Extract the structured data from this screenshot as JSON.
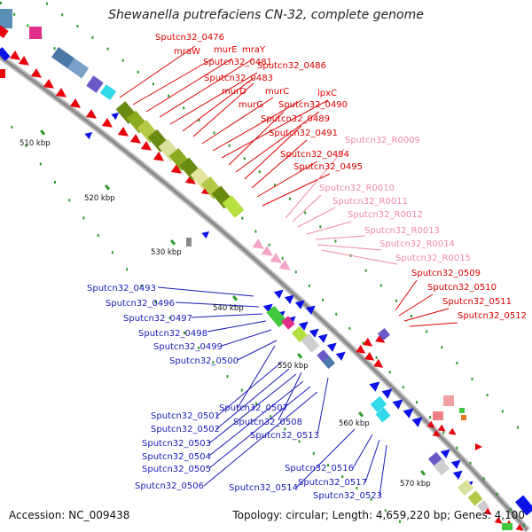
{
  "title": "Shewanella putrefaciens CN-32, complete genome",
  "accession_label": "Accession: NC_009438",
  "summary_label": "Topology: circular; Length: 4,659,220 bp; Genes: 4,100",
  "ticks": [
    "510 kbp",
    "520 kbp",
    "530 kbp",
    "540 kbp",
    "550 kbp",
    "560 kbp",
    "570 kbp"
  ],
  "labels": {
    "red": [
      "Sputcn32_0476",
      "mraW",
      "murE",
      "mraY",
      "Sputcn32_0481",
      "Sputcn32_0486",
      "Sputcn32_0483",
      "murD",
      "murC",
      "lpxC",
      "murG",
      "Sputcn32_0490",
      "Sputcn32_0489",
      "Sputcn32_0491",
      "Sputcn32_0494",
      "Sputcn32_0495",
      "Sputcn32_0509",
      "Sputcn32_0510",
      "Sputcn32_0511",
      "Sputcn32_0512"
    ],
    "pink": [
      "Sputcn32_R0009",
      "Sputcn32_R0010",
      "Sputcn32_R0011",
      "Sputcn32_R0012",
      "Sputcn32_R0013",
      "Sputcn32_R0014",
      "Sputcn32_R0015"
    ],
    "blue": [
      "Sputcn32_0493",
      "Sputcn32_0496",
      "Sputcn32_0497",
      "Sputcn32_0498",
      "Sputcn32_0499",
      "Sputcn32_0500",
      "Sputcn32_0501",
      "Sputcn32_0502",
      "Sputcn32_0503",
      "Sputcn32_0504",
      "Sputcn32_0505",
      "Sputcn32_0506",
      "Sputcn32_0507",
      "Sputcn32_0508",
      "Sputcn32_0513",
      "Sputcn32_0514",
      "Sputcn32_0516",
      "Sputcn32_0517",
      "Sputcn32_0523"
    ]
  },
  "colors": {
    "cds_forward": "#e8000b",
    "cds_reverse": "#0a12e6",
    "rna": "#f5a6c8",
    "backbone": "#8a8a8a",
    "tick": "#2a9a2a",
    "red_label": "#dd0000",
    "pink_label": "#f08aa8",
    "blue_label": "#1a1ab8"
  }
}
